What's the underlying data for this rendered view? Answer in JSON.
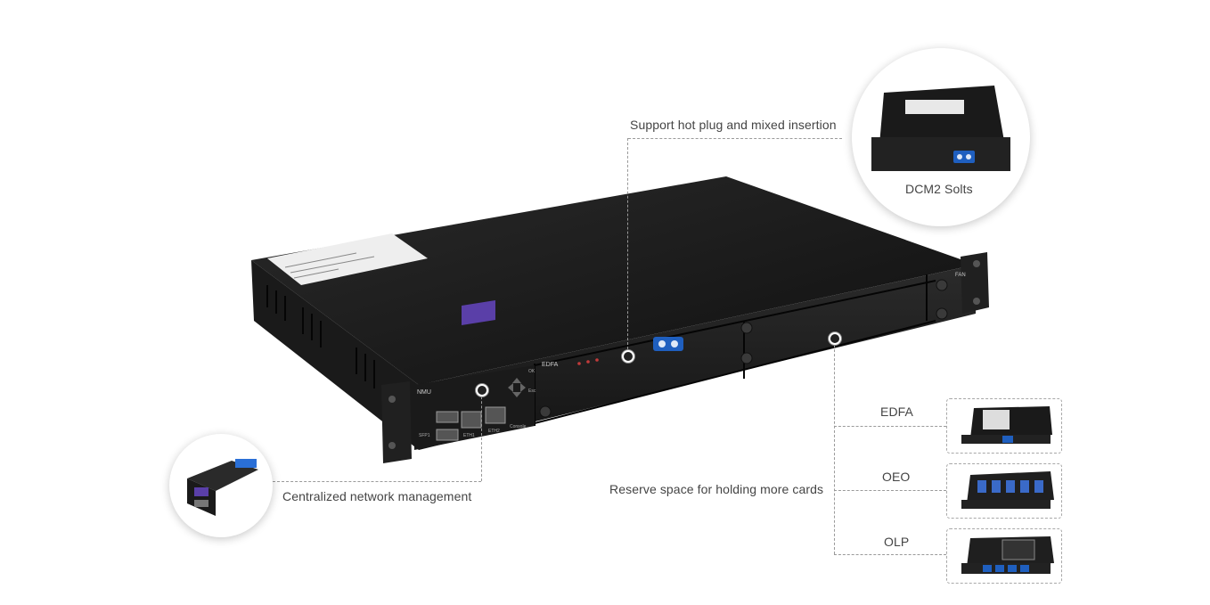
{
  "device": {
    "front_labels": {
      "nmu": "NMU",
      "edfa": "EDFA",
      "fan": "FAN",
      "eth1": "ETH1",
      "eth2": "ETH2",
      "console": "Console",
      "sfp1": "SFP1",
      "ok": "OK",
      "esc": "Esc"
    }
  },
  "callouts": {
    "hot_plug": "Support hot plug and mixed insertion",
    "dcm2": "DCM2 Solts",
    "centralized": "Centralized network management",
    "reserve": "Reserve space for holding more cards"
  },
  "cards": [
    {
      "label": "EDFA"
    },
    {
      "label": "OEO"
    },
    {
      "label": "OLP"
    }
  ],
  "colors": {
    "chassis": "#1c1c1c",
    "fiber_connector": "#1f5fbf",
    "nmu_screen": "#5a3fa8",
    "text": "#444444",
    "dash": "#9a9a9a"
  }
}
